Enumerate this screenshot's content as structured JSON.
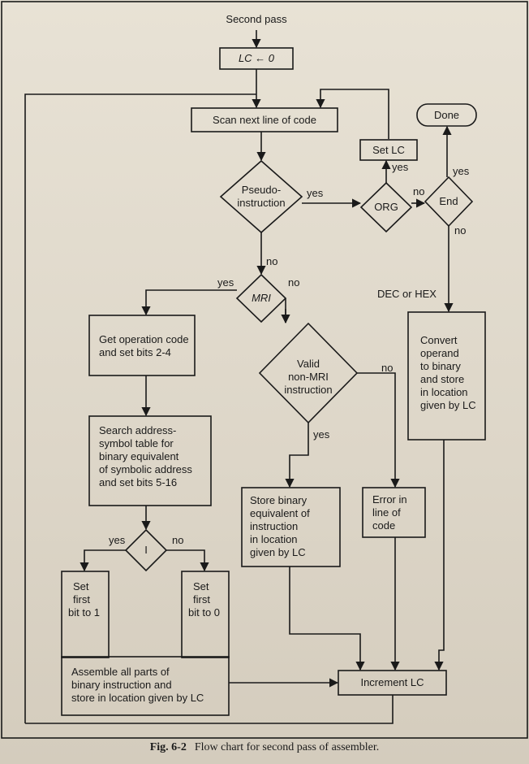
{
  "nodes": {
    "start": "Second pass",
    "lc_init": "LC ← 0",
    "scan": "Scan next line of code",
    "pseudo_1": "Pseudo-",
    "pseudo_2": "instruction",
    "org": "ORG",
    "end": "End",
    "done": "Done",
    "set_lc": "Set LC",
    "mri": "MRI",
    "get_opcode_1": "Get operation code",
    "get_opcode_2": "and set bits 2-4",
    "search_1": "Search address-",
    "search_2": "symbol table for",
    "search_3": "binary equivalent",
    "search_4": "of symbolic address",
    "search_5": "and set bits 5-16",
    "i_decision": "I",
    "set1_1": "Set",
    "set1_2": "first",
    "set1_3": "bit to 1",
    "set0_1": "Set",
    "set0_2": "first",
    "set0_3": "bit to 0",
    "assemble_1": "Assemble all parts of",
    "assemble_2": "binary instruction and",
    "assemble_3": "store in location given by LC",
    "valid_1": "Valid",
    "valid_2": "non-MRI",
    "valid_3": "instruction",
    "store_1": "Store binary",
    "store_2": "equivalent of",
    "store_3": "instruction",
    "store_4": "in location",
    "store_5": "given by LC",
    "error_1": "Error in",
    "error_2": "line of",
    "error_3": "code",
    "convert_1": "Convert",
    "convert_2": "operand",
    "convert_3": "to binary",
    "convert_4": "and store",
    "convert_5": "in location",
    "convert_6": "given by LC",
    "increment": "Increment LC"
  },
  "edge_labels": {
    "pseudo_yes": "yes",
    "pseudo_no": "no",
    "org_yes": "yes",
    "org_no": "no",
    "end_yes": "yes",
    "end_no": "no",
    "dec_hex": "DEC or HEX",
    "mri_yes": "yes",
    "mri_no": "no",
    "valid_yes": "yes",
    "valid_no": "no",
    "i_yes": "yes",
    "i_no": "no"
  },
  "caption": {
    "number": "Fig. 6-2",
    "text": "Flow chart for second pass of assembler."
  },
  "colors": {
    "ink": "#1a1a1a",
    "paper": "#e4ddd0"
  }
}
